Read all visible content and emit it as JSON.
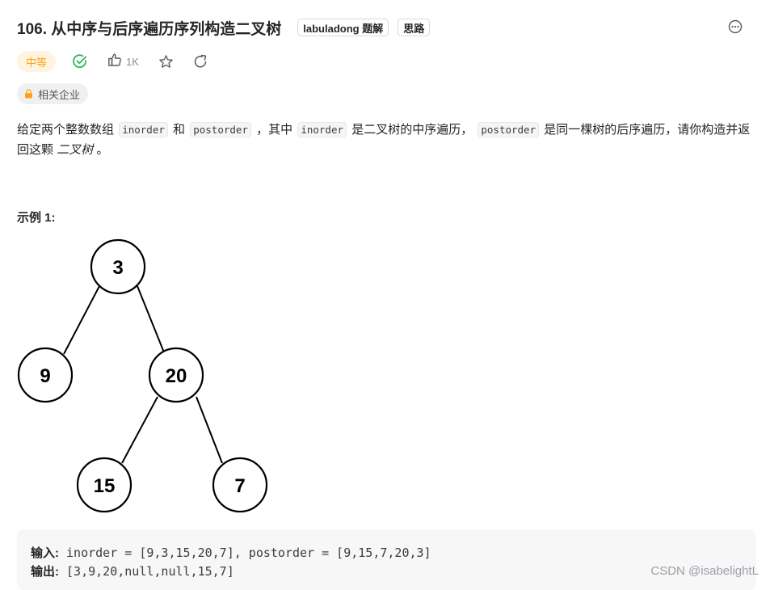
{
  "problem": {
    "title": "106. 从中序与后序遍历序列构造二叉树",
    "tags": [
      "labuladong 题解",
      "思路"
    ]
  },
  "meta": {
    "difficulty": "中等",
    "likes": "1K",
    "company_tag": "相关企业"
  },
  "description": {
    "t1": "给定两个整数数组",
    "code1": "inorder",
    "t2": "和",
    "code2": "postorder",
    "t3": "，其中",
    "code3": "inorder",
    "t4": "是二叉树的中序遍历，",
    "code4": "postorder",
    "t5": "是同一棵树的后序遍历，请你构造并返回这颗",
    "em": "二叉树",
    "t6": "。"
  },
  "example": {
    "title": "示例 1:",
    "input_label": "输入:",
    "input_value": "inorder = [9,3,15,20,7], postorder = [9,15,7,20,3]",
    "output_label": "输出:",
    "output_value": "[3,9,20,null,null,15,7]"
  },
  "tree": {
    "nodes": [
      "3",
      "9",
      "20",
      "15",
      "7"
    ]
  },
  "watermark": "CSDN @isabelightL",
  "colors": {
    "difficulty_text": "#ffa116",
    "difficulty_bg": "#fff4e0",
    "solved_check": "#2db55d",
    "lock": "#ffa116"
  },
  "icons": [
    "more-icon",
    "solved-check-icon",
    "thumbs-up-icon",
    "star-icon",
    "share-icon",
    "lock-icon"
  ]
}
